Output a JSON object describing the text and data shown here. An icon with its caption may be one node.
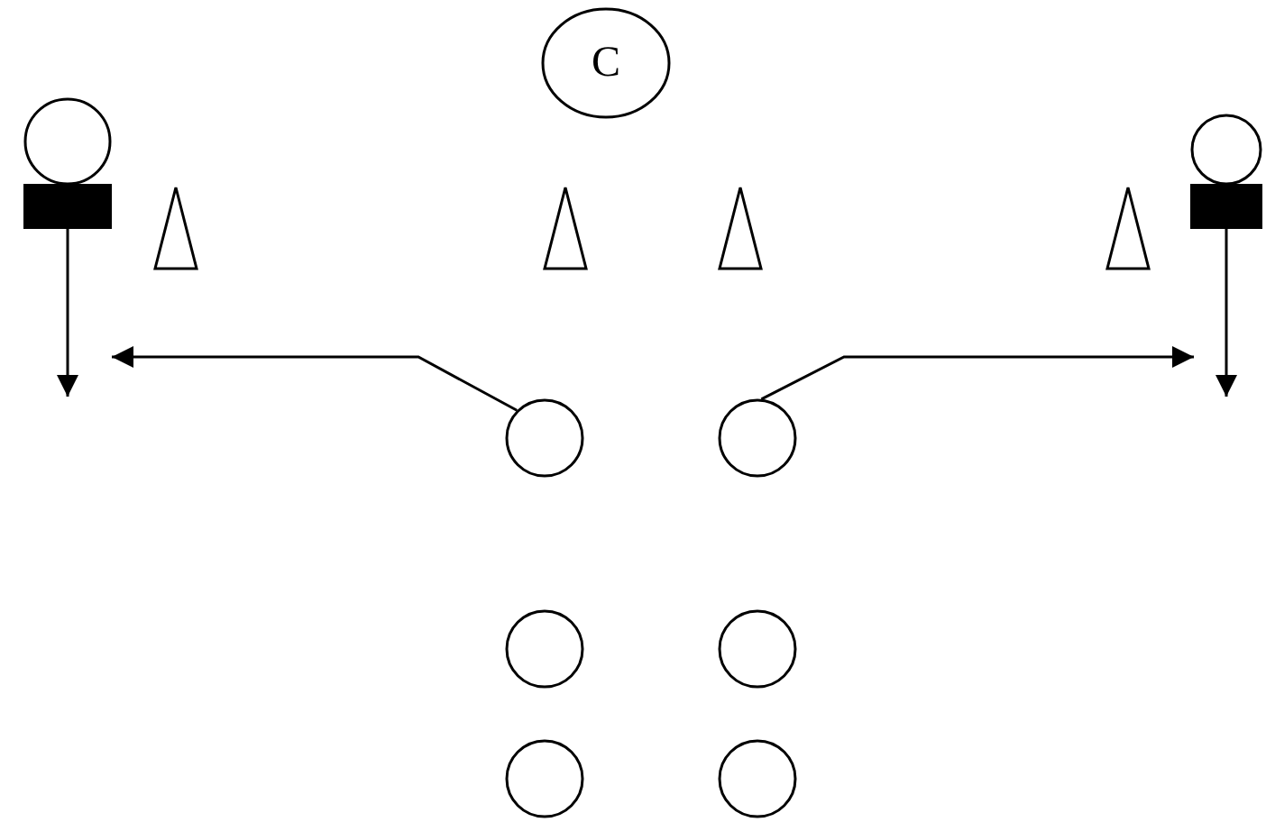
{
  "diagram": {
    "nodes": [
      {
        "text": [
          "C"
        ]
      },
      {
        "text": [],
        "shape": "person"
      },
      {
        "text": [],
        "shape": "person"
      },
      {
        "text": [],
        "shape": "triangle"
      },
      {
        "text": [],
        "shape": "triangle"
      },
      {
        "text": [],
        "shape": "triangle"
      },
      {
        "text": [],
        "shape": "triangle"
      },
      {
        "text": [],
        "shape": "circle"
      },
      {
        "text": [],
        "shape": "circle"
      },
      {
        "text": [],
        "shape": "circle"
      },
      {
        "text": [],
        "shape": "circle"
      },
      {
        "text": [],
        "shape": "circle"
      },
      {
        "text": [],
        "shape": "circle"
      }
    ],
    "edges": [
      {
        "from": 1,
        "to": null,
        "arrow": "to"
      },
      {
        "from": 7,
        "to": null,
        "arrow": "to"
      },
      {
        "from": 8,
        "to": null,
        "arrow": "to"
      },
      {
        "from": 2,
        "to": null,
        "arrow": "to"
      }
    ]
  }
}
